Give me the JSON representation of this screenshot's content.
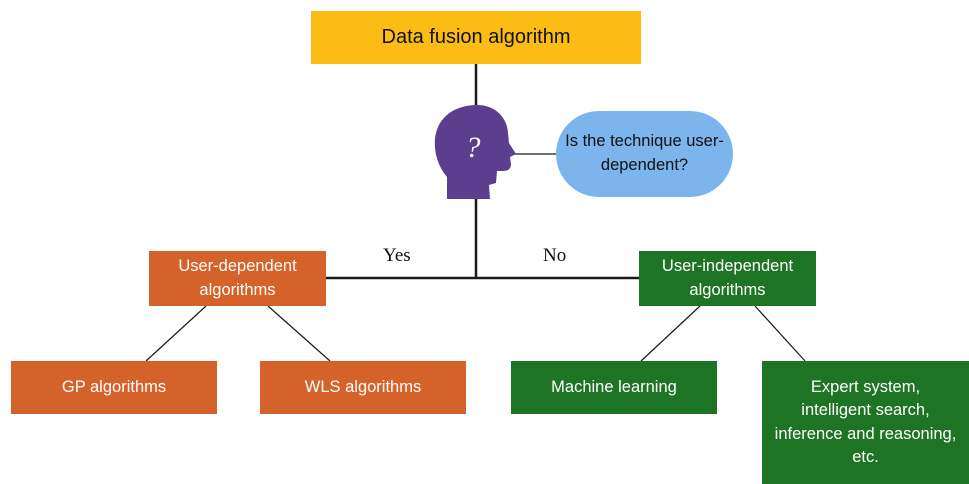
{
  "root": {
    "label": "Data fusion algorithm"
  },
  "decision": {
    "symbol": "?",
    "question_lines": [
      "Is the technique",
      "user-dependent?"
    ],
    "color": "#7cb4ec"
  },
  "branches": {
    "yes": "Yes",
    "no": "No"
  },
  "user_dependent": {
    "lines": [
      "User-dependent",
      "algorithms"
    ],
    "color": "#d4622a",
    "children": [
      {
        "lines": [
          "GP algorithms"
        ]
      },
      {
        "lines": [
          "WLS algorithms"
        ]
      }
    ]
  },
  "user_independent": {
    "lines": [
      "User-independent",
      "algorithms"
    ],
    "color": "#1c7424",
    "children": [
      {
        "lines": [
          "Machine learning"
        ]
      },
      {
        "lines": [
          "Expert system,",
          "intelligent search,",
          "inference and reasoning,",
          "etc."
        ]
      }
    ]
  },
  "colors": {
    "root": "#fbbd13",
    "head": "#5b3f8e",
    "connector": "#1a1a1a"
  }
}
